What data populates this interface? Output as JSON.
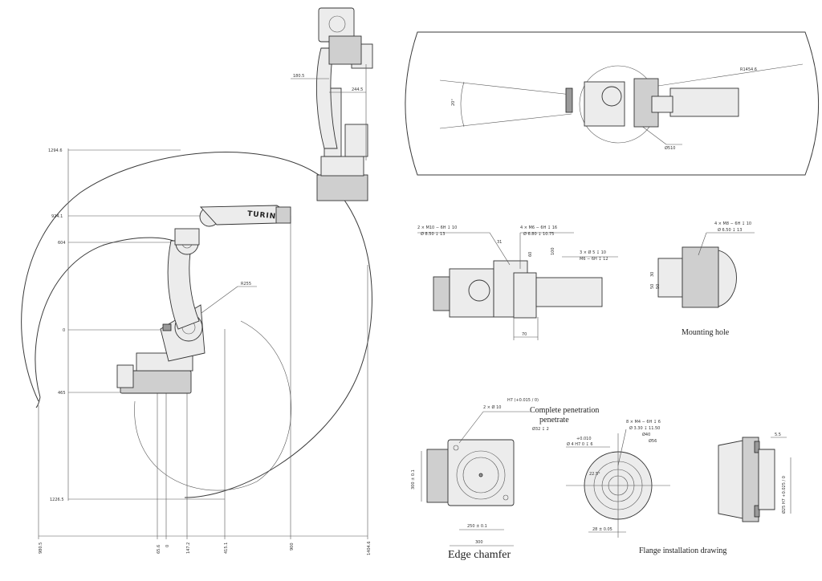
{
  "brand": {
    "logo_text": "TURIN"
  },
  "side_view_work_envelope": {
    "y_labels": {
      "top": "1294.6",
      "upper": "924.1",
      "mid": "604",
      "zero": "0",
      "low": "465",
      "bottom": "1226.5"
    },
    "x_labels": {
      "left": "980.5",
      "a": "65.6",
      "b": "0",
      "c": "147.2",
      "d": "415.1",
      "e": "900",
      "right": "1404.6"
    },
    "radius_label": "R255"
  },
  "rear_view": {
    "dim_a": "180.5",
    "dim_b": "244.5"
  },
  "top_view": {
    "radius_label": "R1454.6",
    "angle_label": "20°",
    "diameter_label": "Ø510"
  },
  "arm_detail": {
    "callout_1": [
      "2 × M10 − 6H ↧ 10",
      "Ø 8.50 ↧ 13"
    ],
    "callout_2": [
      "4 × M6 − 6H ↧ 16",
      "Ø 6.80 ↧ 10.75"
    ],
    "callout_3": [
      "3 × Ø 5 ↧ 10",
      "M6 − 6H ↧ 12"
    ],
    "dim_31": "31",
    "dim_60": "60",
    "dim_100": "100",
    "dim_70": "70"
  },
  "mounting_hole": {
    "callout": [
      "4 × M8 − 6H ↧ 10",
      "Ø 6.50 ↧ 13"
    ],
    "dims": [
      "30",
      "50",
      "50"
    ],
    "caption": "Mounting hole"
  },
  "base_detail": {
    "callout_left": "2 × Ø 10",
    "tolerance": "H7 (+0.015 / 0)",
    "penetration_1": "Complete penetration",
    "penetration_2": "penetrate",
    "counterbore": "Ø32 ↧ 2",
    "dim_vertical": "300 ± 0.1",
    "dim_250": "250 ± 0.1",
    "dim_300": "300",
    "caption": "Edge chamfer"
  },
  "flange_detail": {
    "callout_top": [
      "8 × M4 − 6H ↧ 6",
      "Ø 3.30 ↧ 11.50",
      "Ø40",
      "Ø56"
    ],
    "pin_callout": [
      "+0.010",
      "Ø 4 H7  0  ↧ 6"
    ],
    "angle": "22.5°",
    "dim_28": "28 ± 0.05",
    "dim_55": "5.5",
    "dim_dia": "Ø25 H7 +0.025 / 0",
    "caption": "Flange installation drawing"
  }
}
